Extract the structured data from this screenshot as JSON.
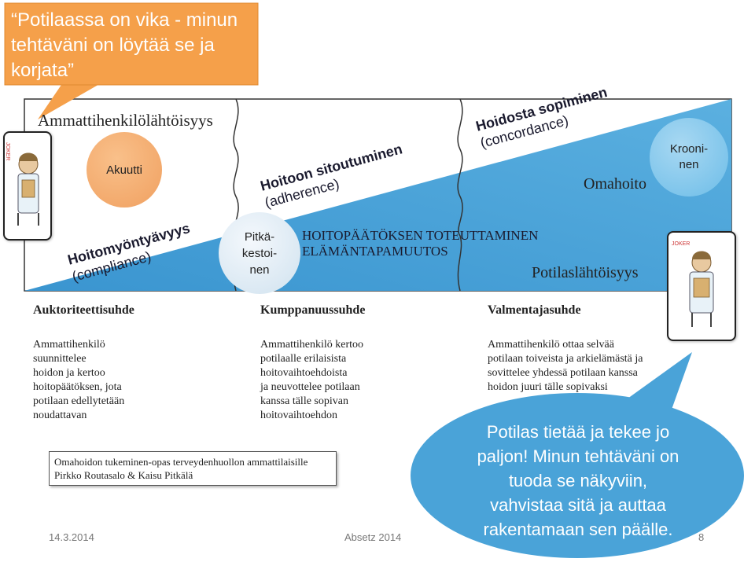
{
  "callout_top": {
    "lines": [
      "“Potilaassa on vika - minun",
      "tehtäväni on löytää se ja",
      "korjata”"
    ],
    "color": "#f5a04a"
  },
  "diagram": {
    "left_heading": "Ammattihenkilölähtöisyys",
    "right_heading": "Potilaslähtöisyys",
    "center_lines": [
      "HOITOPÄÄTÖKSEN TOTEUTTAMINEN",
      "ELÄMÄNTAPAMUUTOS"
    ],
    "omahoito": "Omahoito",
    "wedge_color": "#4aa3d8",
    "compliance": {
      "title": "Hoitomyöntyävyys",
      "sub": "(compliance)"
    },
    "adherence": {
      "title": "Hoitoon sitoutuminen",
      "sub": "(adherence)"
    },
    "concordance": {
      "title": "Hoidosta sopiminen",
      "sub": "(concordance)"
    },
    "circles": {
      "akuutti": "Akuutti",
      "pitkakestoinen": [
        "Pitkä-",
        "kestoi-",
        "nen"
      ],
      "krooninen": [
        "Krooni-",
        "nen"
      ]
    }
  },
  "relations": [
    {
      "head": "Auktoriteettisuhde",
      "lines": [
        "Ammattihenkilö",
        "suunnittelee",
        "hoidon ja kertoo",
        "hoitopäätöksen, jota",
        "potilaan edellytetään",
        "noudattavan"
      ]
    },
    {
      "head": "Kumppanuussuhde",
      "lines": [
        "Ammattihenkilö kertoo",
        "potilaalle erilaisista",
        "hoitovaihtoehdoista",
        "ja neuvottelee potilaan",
        "kanssa tälle sopivan",
        "hoitovaihtoehdon"
      ]
    },
    {
      "head": "Valmentajasuhde",
      "lines": [
        "Ammattihenkilö ottaa selvää",
        "potilaan toiveista ja arkielämästä ja",
        "sovittelee yhdessä potilaan kanssa",
        "hoidon juuri tälle sopivaksi"
      ]
    }
  ],
  "source": [
    "Omahoidon tukeminen-opas terveydenhuollon ammattilaisille",
    "Pirkko Routasalo & Kaisu Pitkälä"
  ],
  "callout_bottom": {
    "lines": [
      "Potilas tietää ja tekee jo",
      "paljon! Minun tehtäväni on",
      "tuoda se näkyviin,",
      "vahvistaa sitä ja auttaa",
      "rakentamaan sen päälle."
    ],
    "color": "#4aa3d8"
  },
  "footer": {
    "date": "14.3.2014",
    "center": "Absetz 2014",
    "page": "8"
  },
  "card_label": "JOKER"
}
